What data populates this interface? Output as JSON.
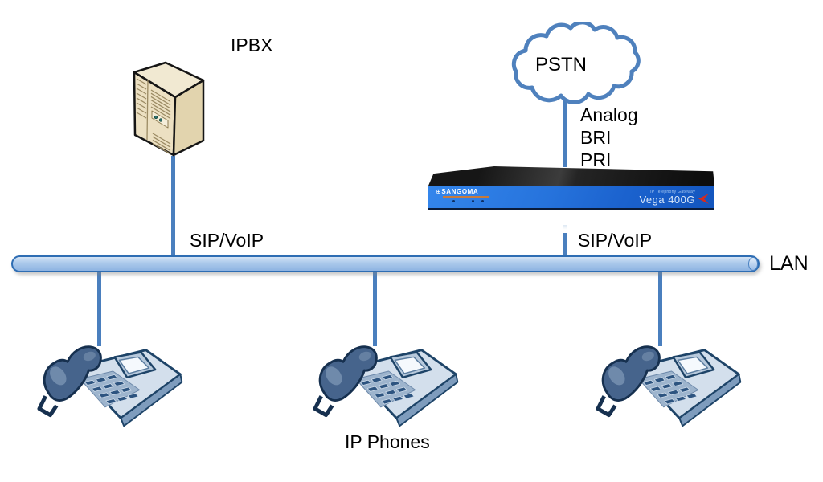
{
  "diagram": {
    "labels": {
      "ipbx": "IPBX",
      "pstn": "PSTN",
      "trunk_types": [
        "Analog",
        "BRI",
        "PRI"
      ],
      "pbx_link": "SIP/VoIP",
      "gateway_link": "SIP/VoIP",
      "lan": "LAN",
      "phones": "IP Phones"
    },
    "gateway": {
      "brand": "SANGOMA",
      "model": "Vega 400G",
      "tagline": "IP Telephony Gateway"
    },
    "colors": {
      "connector_blue": "#4a7fbe",
      "cloud_outline": "#4f81bd",
      "lan_border": "#2e6db3",
      "lan_fill": "#aecbec",
      "gateway_panel_blue": "#1f66cf",
      "gateway_top_black": "#1a1a1a",
      "server_beige": "#ece0c2",
      "phone_body": "#d3dfec",
      "phone_handset": "#46648c",
      "text": "#000000"
    }
  }
}
